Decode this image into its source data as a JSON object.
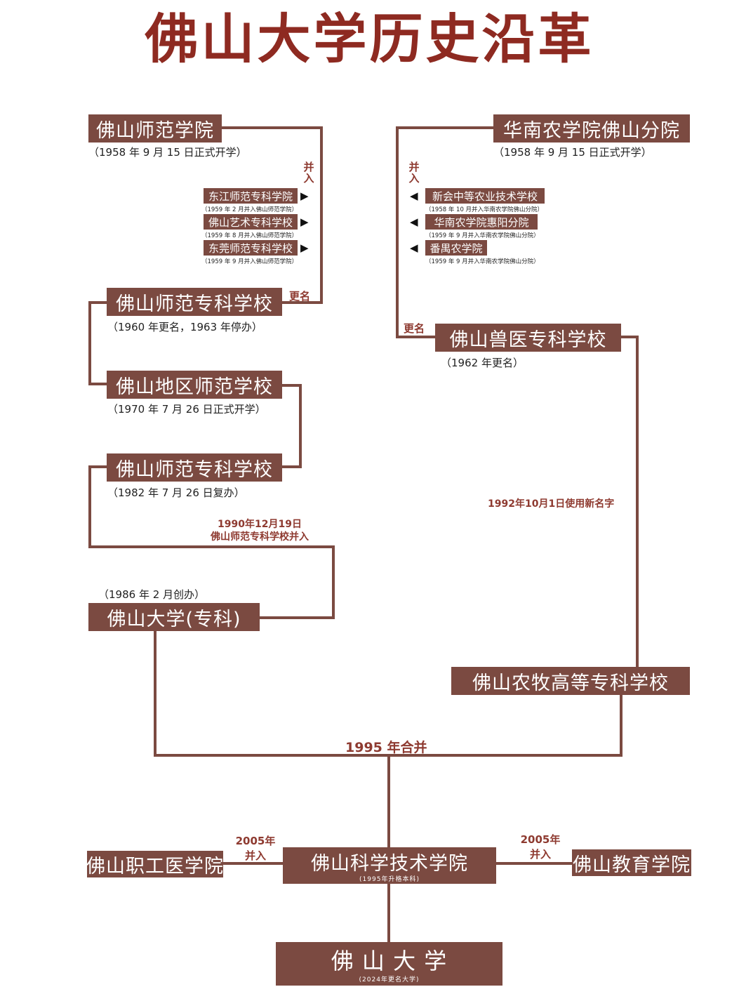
{
  "title": "佛山大学历史沿革",
  "left": {
    "normal_college": {
      "name": "佛山师范学院",
      "note": "（1958 年 9 月 15 日正式开学）"
    },
    "merge_label": "并入",
    "merged": [
      {
        "name": "东江师范专科学院",
        "note": "（1959 年 2 月并入佛山师范学院）"
      },
      {
        "name": "佛山艺术专科学校",
        "note": "（1959 年 8 月并入佛山师范学院）"
      },
      {
        "name": "东莞师范专科学校",
        "note": "（1959 年 9 月并入佛山师范学院）"
      }
    ],
    "rename_label": "更名",
    "normal_school_1960": {
      "name": "佛山师范专科学校",
      "note": "（1960 年更名，1963 年停办）"
    },
    "district_normal": {
      "name": "佛山地区师范学校",
      "note": "（1970 年 7 月 26 日正式开学）"
    },
    "normal_school_1982": {
      "name": "佛山师范专科学校",
      "note": "（1982 年 7 月 26 日复办）"
    },
    "merge_1990_line1": "1990年12月19日",
    "merge_1990_line2": "佛山师范专科学校并入",
    "fosu_junior": {
      "name": "佛山大学(专科)",
      "note": "（1986 年 2 月创办）"
    }
  },
  "right": {
    "agri_branch": {
      "name": "华南农学院佛山分院",
      "note": "（1958 年 9 月 15 日正式开学）"
    },
    "merge_label": "并入",
    "merged": [
      {
        "name": "新会中等农业技术学校",
        "note": "（1958 年 10 月并入华南农学院佛山分院）"
      },
      {
        "name": "华南农学院惠阳分院",
        "note": "（1959 年 9 月并入华南农学院佛山分院）"
      },
      {
        "name": "番禺农学院",
        "note": "（1959 年 9 月并入华南农学院佛山分院）"
      }
    ],
    "rename_label": "更名",
    "vet_school": {
      "name": "佛山兽医专科学校",
      "note": "（1962 年更名）"
    },
    "rename_1992": "1992年10月1日使用新名字",
    "agri_college": {
      "name": "佛山农牧高等专科学校"
    }
  },
  "merge_1995": "1995 年合并",
  "bottom": {
    "sci_tech": {
      "name": "佛山科学技术学院",
      "note": "(1995年升格本科)"
    },
    "left_merge": {
      "year": "2005年",
      "label": "并入"
    },
    "right_merge": {
      "year": "2005年",
      "label": "并入"
    },
    "medical": {
      "name": "佛山职工医学院"
    },
    "education": {
      "name": "佛山教育学院"
    },
    "fosu": {
      "name": "佛 山 大 学",
      "note": "(2024年更名大学)"
    }
  },
  "colors": {
    "box": "#7b4a41",
    "accent_text": "#8e3a30",
    "title": "#8e2a21"
  },
  "icons": {
    "merge_arrow_right": "▶",
    "merge_arrow_left": "◀"
  }
}
